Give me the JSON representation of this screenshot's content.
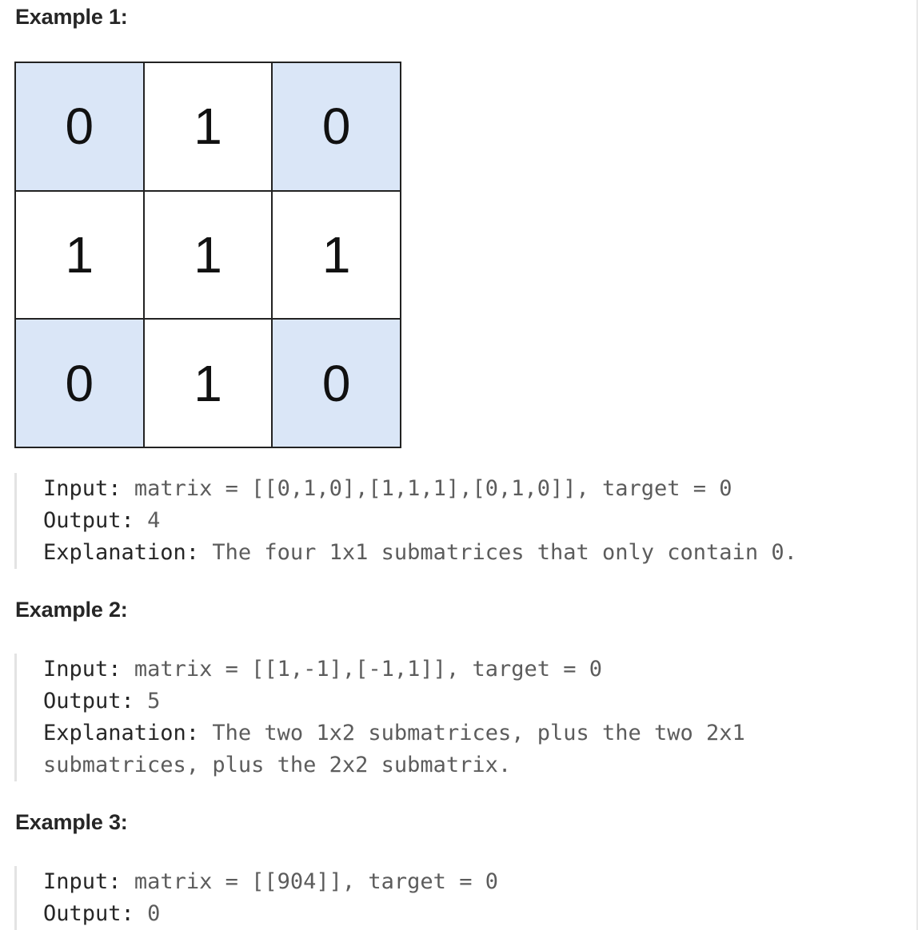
{
  "examples": [
    {
      "heading": "Example 1:",
      "grid": [
        [
          "0",
          "1",
          "0"
        ],
        [
          "1",
          "1",
          "1"
        ],
        [
          "0",
          "1",
          "0"
        ]
      ],
      "input_label": "Input:",
      "input_value": "matrix = [[0,1,0],[1,1,1],[0,1,0]], target = 0",
      "output_label": "Output:",
      "output_value": "4",
      "explanation_label": "Explanation:",
      "explanation_value": "The four 1x1 submatrices that only contain 0."
    },
    {
      "heading": "Example 2:",
      "input_label": "Input:",
      "input_value": "matrix = [[1,-1],[-1,1]], target = 0",
      "output_label": "Output:",
      "output_value": "5",
      "explanation_label": "Explanation:",
      "explanation_value": "The two 1x2 submatrices, plus the two 2x1 submatrices, plus the 2x2 submatrix."
    },
    {
      "heading": "Example 3:",
      "input_label": "Input:",
      "input_value": "matrix = [[904]], target = 0",
      "output_label": "Output:",
      "output_value": "0"
    }
  ],
  "colors": {
    "highlight_cell": "#dae6f7",
    "label_text": "#262626",
    "value_text": "#5c5c5c",
    "quote_bar": "#e3e3e3"
  }
}
